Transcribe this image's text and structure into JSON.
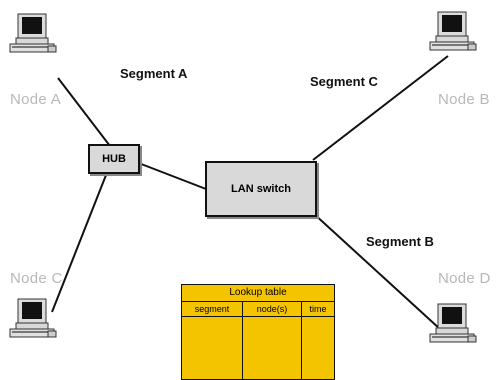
{
  "segments": {
    "a": "Segment A",
    "b": "Segment B",
    "c": "Segment C"
  },
  "nodes": {
    "a": "Node A",
    "b": "Node B",
    "c": "Node C",
    "d": "Node D"
  },
  "devices": {
    "hub": "HUB",
    "switch": "LAN switch"
  },
  "lookup_table": {
    "title": "Lookup table",
    "columns": [
      "segment",
      "node(s)",
      "time"
    ]
  },
  "icons": {
    "computer": "computer-icon"
  },
  "colors": {
    "table_fill": "#f5c400",
    "device_fill": "#d9d9d9",
    "node_label": "#b8b8b8"
  }
}
